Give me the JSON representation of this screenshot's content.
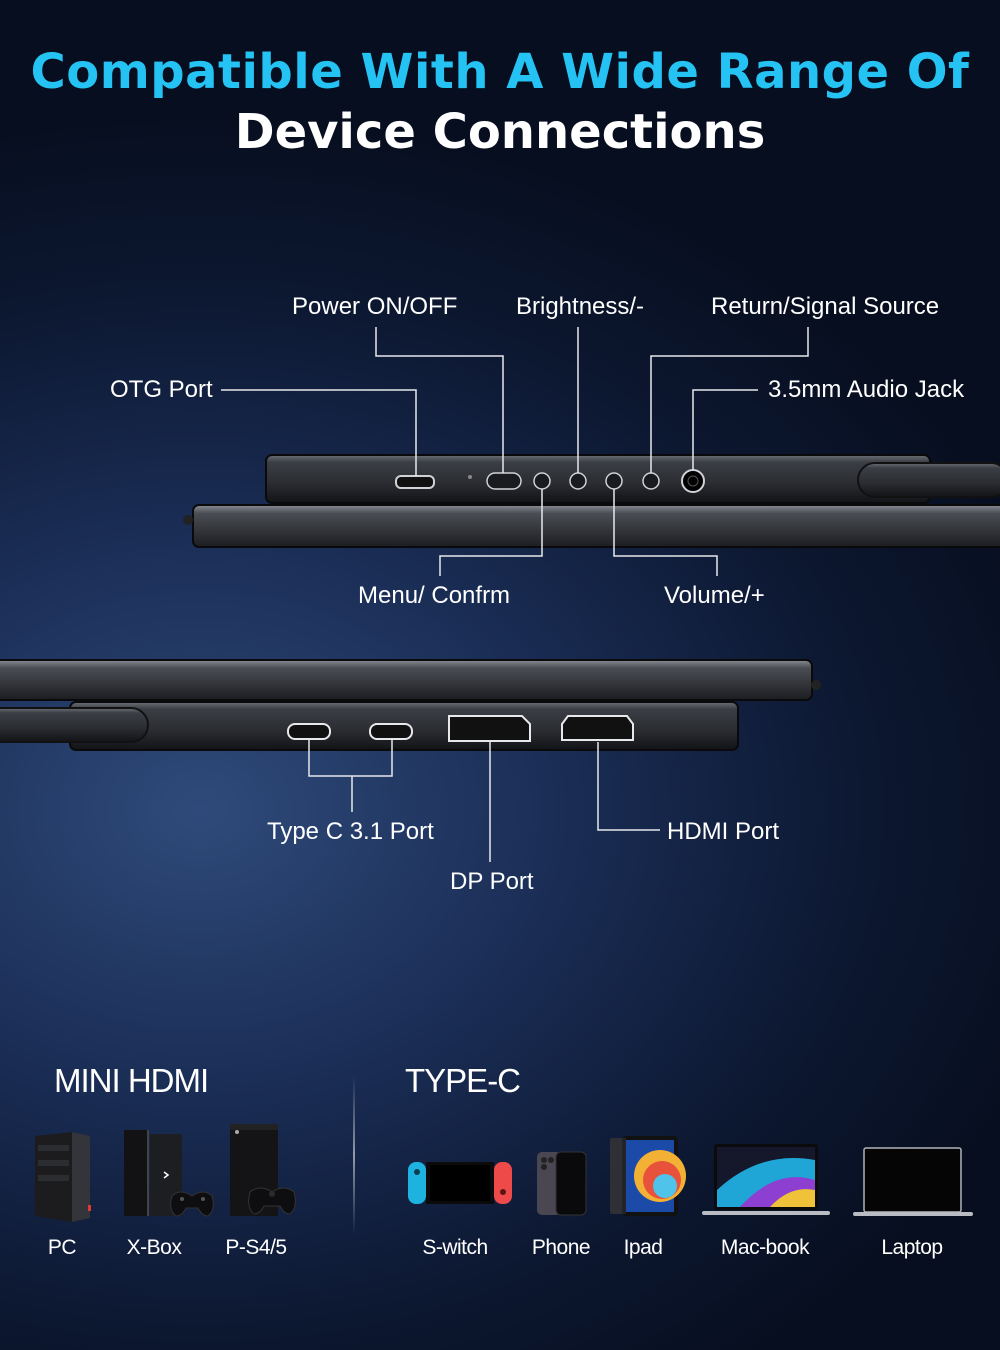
{
  "header": {
    "title_line1": "Compatible With A Wide Range Of",
    "title_line2": "Device Connections"
  },
  "top_ports": {
    "power": "Power ON/OFF",
    "brightness": "Brightness/-",
    "return": "Return/Signal Source",
    "otg": "OTG Port",
    "audio": "3.5mm Audio Jack",
    "menu": "Menu/ Confrm",
    "volume": "Volume/+"
  },
  "bottom_ports": {
    "typec": "Type C 3.1 Port",
    "dp": "DP Port",
    "hdmi": "HDMI Port"
  },
  "mini_hdmi": {
    "heading": "MINI HDMI",
    "devices": [
      "PC",
      "X-Box",
      "P-S4/5"
    ]
  },
  "type_c": {
    "heading": "TYPE-C",
    "devices": [
      "S-witch",
      "Phone",
      "Ipad",
      "Mac-book",
      "Laptop"
    ]
  },
  "colors": {
    "accent": "#25c3f4",
    "background": "#0c1730"
  }
}
